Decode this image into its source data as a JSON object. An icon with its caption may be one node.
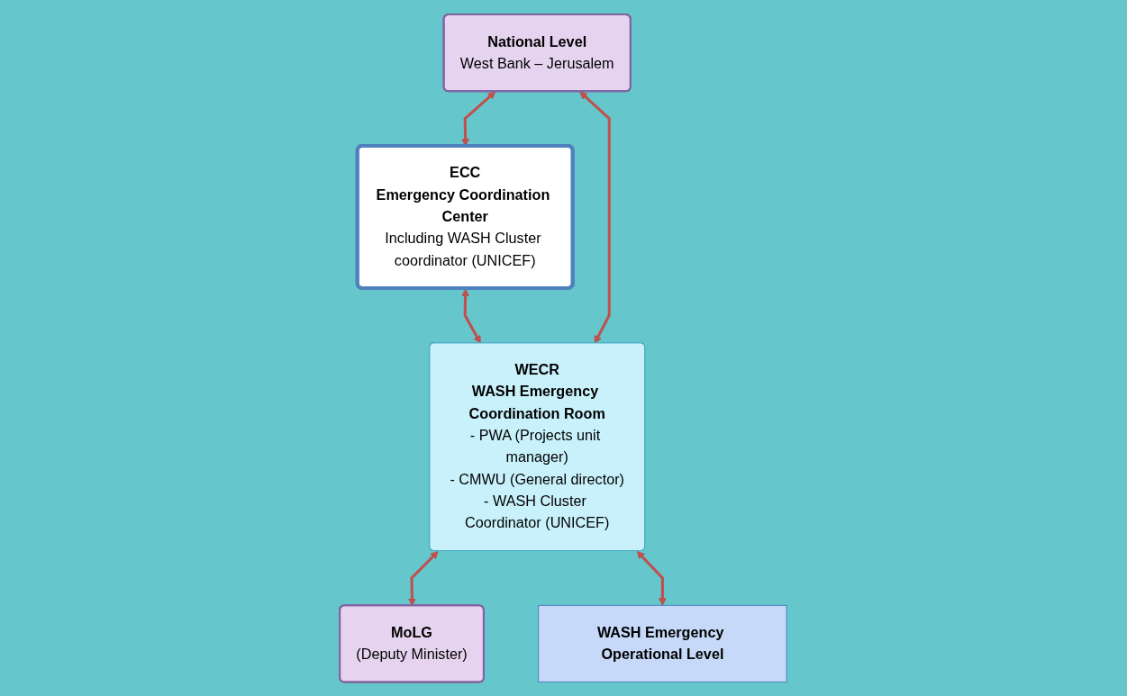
{
  "diagram": {
    "nodes": [
      {
        "text": [
          "National Level",
          "West Bank – Jerusalem"
        ]
      },
      {
        "text": [
          "ECC",
          "Emergency Coordination Center",
          "Including WASH Cluster coordinator (UNICEF)"
        ]
      },
      {
        "text": [
          "WECR",
          "WASH Emergency Coordination Room",
          "- PWA (Projects unit manager)",
          "- CMWU (General director)",
          "- WASH Cluster Coordinator (UNICEF)"
        ]
      },
      {
        "text": [
          "MoLG",
          "(Deputy Minister)"
        ]
      },
      {
        "text": [
          "WASH Emergency Operational Level"
        ]
      }
    ],
    "edges": [
      {
        "from": 0,
        "to": 1,
        "arrow": "both"
      },
      {
        "from": 1,
        "to": 2,
        "arrow": "both"
      },
      {
        "from": 0,
        "to": 2,
        "arrow": "both"
      },
      {
        "from": 2,
        "to": 3,
        "arrow": "both"
      },
      {
        "from": 2,
        "to": 4,
        "arrow": "both"
      }
    ]
  }
}
